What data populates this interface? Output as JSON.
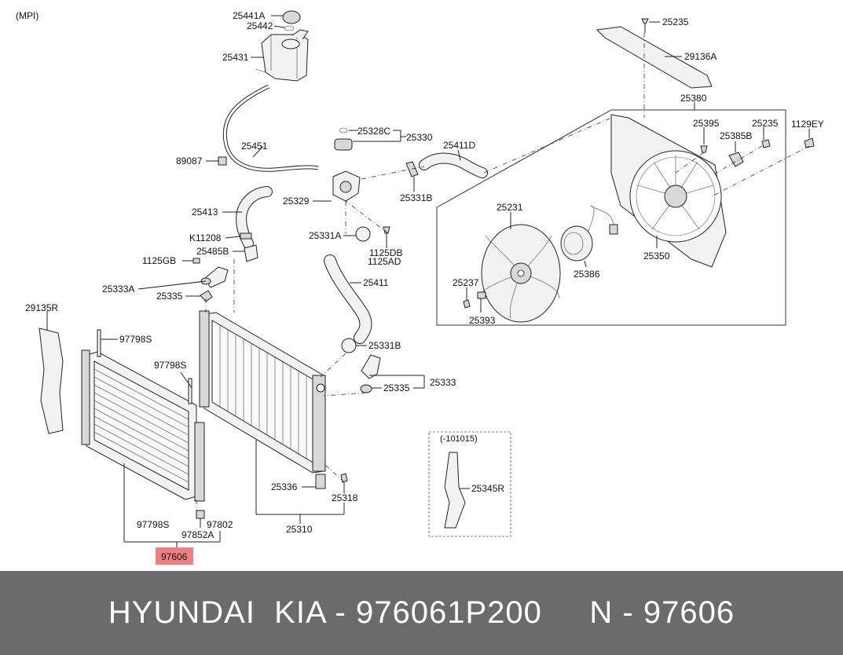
{
  "diagram": {
    "variant": "(MPI)",
    "highlight_color": "#f08080",
    "labels": {
      "p25441A": "25441A",
      "p25442": "25442",
      "p25431": "25431",
      "p25451": "25451",
      "p89087": "89087",
      "p25413": "25413",
      "pK11208": "K11208",
      "p25485B": "25485B",
      "p1125GB": "1125GB",
      "p25333A": "25333A",
      "p25335a": "25335",
      "p29135R": "29135R",
      "p97798Sa": "97798S",
      "p97798Sb": "97798S",
      "p97798Sc": "97798S",
      "p97852A": "97852A",
      "p97802": "97802",
      "p97606": "97606",
      "p25328C": "25328C",
      "p25330": "25330",
      "p25329": "25329",
      "p25411D": "25411D",
      "p25331Ba": "25331B",
      "p25331A": "25331A",
      "p1125DB": "1125DB",
      "p1125AD": "1125AD",
      "p25411": "25411",
      "p25331Bb": "25331B",
      "p25333": "25333",
      "p25335b": "25335",
      "p25336": "25336",
      "p25318": "25318",
      "p25310": "25310",
      "p101015": "(-101015)",
      "p25345R": "25345R",
      "p25235a": "25235",
      "p29136A": "29136A",
      "p25380": "25380",
      "p25395": "25395",
      "p25235b": "25235",
      "p1129EY": "1129EY",
      "p25385B": "25385B",
      "p25231": "25231",
      "p25386": "25386",
      "p25350": "25350",
      "p25237": "25237",
      "p25393": "25393"
    }
  },
  "footer": {
    "text": "HYUNDAI  KIA - 976061P200     N - 97606",
    "background": "#6b6b6b"
  }
}
